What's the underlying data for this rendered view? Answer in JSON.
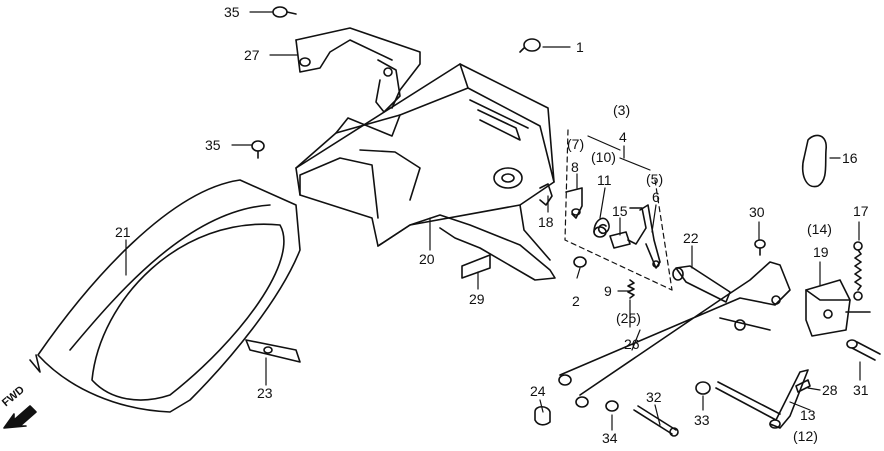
{
  "diagram": {
    "ink_color": "#111111",
    "background": "#ffffff",
    "direction_label": "FWD",
    "callouts": [
      "1",
      "(3)",
      "4",
      "(7)",
      "(10)",
      "(5)",
      "8",
      "11",
      "6",
      "15",
      "18",
      "2",
      "9",
      "(25)",
      "22",
      "20",
      "21",
      "29",
      "16",
      "30",
      "17",
      "(14)",
      "19",
      "26",
      "24",
      "32",
      "33",
      "34",
      "28",
      "13",
      "(12)",
      "31",
      "23",
      "27",
      "35",
      "35"
    ]
  }
}
